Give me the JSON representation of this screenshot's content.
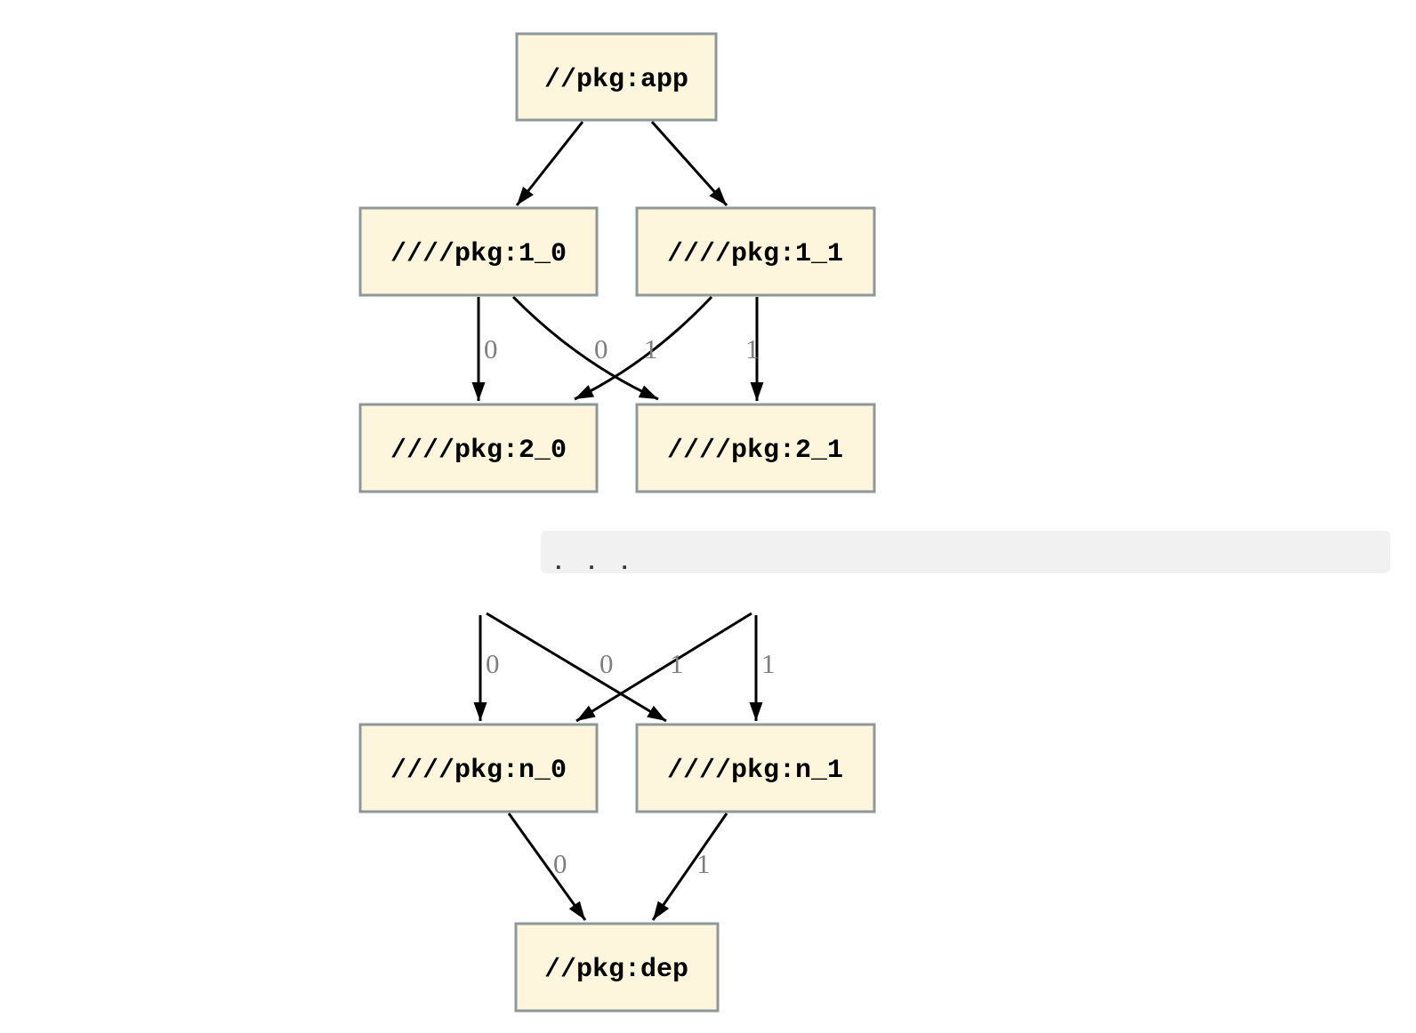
{
  "colors": {
    "background": "#ffffff",
    "node_fill": "#fdf5dc",
    "node_border": "#8e9898",
    "edge": "#000000",
    "edge_label": "#7e7e7e",
    "separator_bg": "#f1f1f1",
    "separator_text": "#3a3a3a"
  },
  "graph1": {
    "nodes": [
      {
        "id": "app",
        "label": "//pkg:app"
      },
      {
        "id": "1_0",
        "label": "////pkg:1_0"
      },
      {
        "id": "1_1",
        "label": "////pkg:1_1"
      },
      {
        "id": "2_0",
        "label": "////pkg:2_0"
      },
      {
        "id": "2_1",
        "label": "////pkg:2_1"
      }
    ],
    "edges": [
      {
        "from": "app",
        "to": "1_0",
        "label": ""
      },
      {
        "from": "app",
        "to": "1_1",
        "label": ""
      },
      {
        "from": "1_0",
        "to": "2_0",
        "label": "0"
      },
      {
        "from": "1_1",
        "to": "2_0",
        "label": "0"
      },
      {
        "from": "1_0",
        "to": "2_1",
        "label": "1"
      },
      {
        "from": "1_1",
        "to": "2_1",
        "label": "1"
      }
    ]
  },
  "separator": {
    "text": ". . ."
  },
  "graph2": {
    "nodes": [
      {
        "id": "n_0",
        "label": "////pkg:n_0"
      },
      {
        "id": "n_1",
        "label": "////pkg:n_1"
      },
      {
        "id": "dep",
        "label": "//pkg:dep"
      }
    ],
    "edges": [
      {
        "from": "above-left",
        "to": "n_0",
        "label": "0"
      },
      {
        "from": "above-right",
        "to": "n_0",
        "label": "0"
      },
      {
        "from": "above-left",
        "to": "n_1",
        "label": "1"
      },
      {
        "from": "above-right",
        "to": "n_1",
        "label": "1"
      },
      {
        "from": "n_0",
        "to": "dep",
        "label": "0"
      },
      {
        "from": "n_1",
        "to": "dep",
        "label": "1"
      }
    ]
  }
}
